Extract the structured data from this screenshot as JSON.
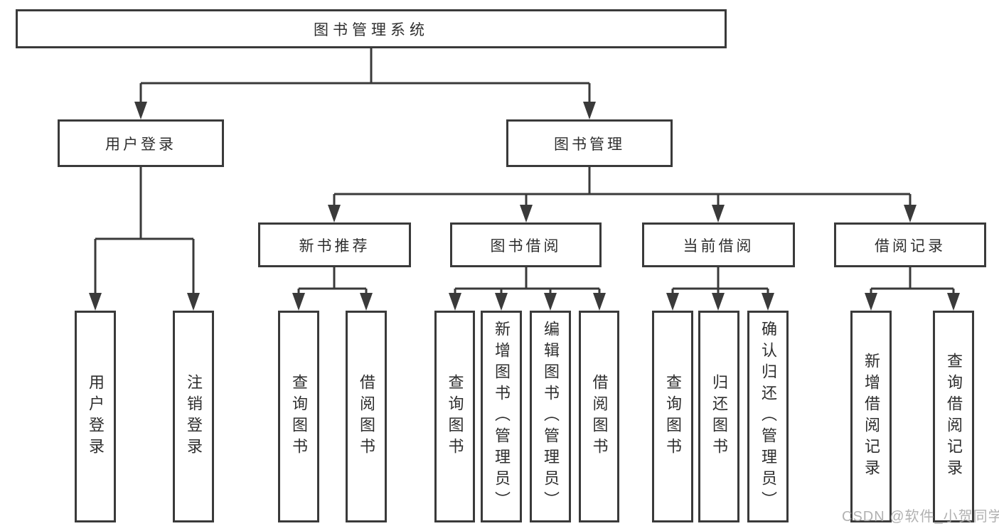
{
  "diagram": {
    "type": "hierarchy-tree",
    "root": {
      "label": "图书管理系统",
      "children": [
        {
          "label": "用户登录",
          "children": [
            {
              "label": "用户登录"
            },
            {
              "label": "注销登录"
            }
          ]
        },
        {
          "label": "图书管理",
          "children": [
            {
              "label": "新书推荐",
              "children": [
                {
                  "label": "查询图书"
                },
                {
                  "label": "借阅图书"
                }
              ]
            },
            {
              "label": "图书借阅",
              "children": [
                {
                  "label": "查询图书"
                },
                {
                  "label": "新增图书（管理员）"
                },
                {
                  "label": "编辑图书（管理员）"
                },
                {
                  "label": "借阅图书"
                }
              ]
            },
            {
              "label": "当前借阅",
              "children": [
                {
                  "label": "查询图书"
                },
                {
                  "label": "归还图书"
                },
                {
                  "label": "确认归还（管理员）"
                }
              ]
            },
            {
              "label": "借阅记录",
              "children": [
                {
                  "label": "新增借阅记录"
                },
                {
                  "label": "查询借阅记录"
                }
              ]
            }
          ]
        }
      ]
    }
  },
  "watermark": "CSDN @软件_小贺同学",
  "colors": {
    "line": "#3a3a3a",
    "text": "#2e2e2e",
    "box_bg": "#ffffff",
    "page_bg": "#ffffff",
    "watermark": "#a9a9a9"
  }
}
